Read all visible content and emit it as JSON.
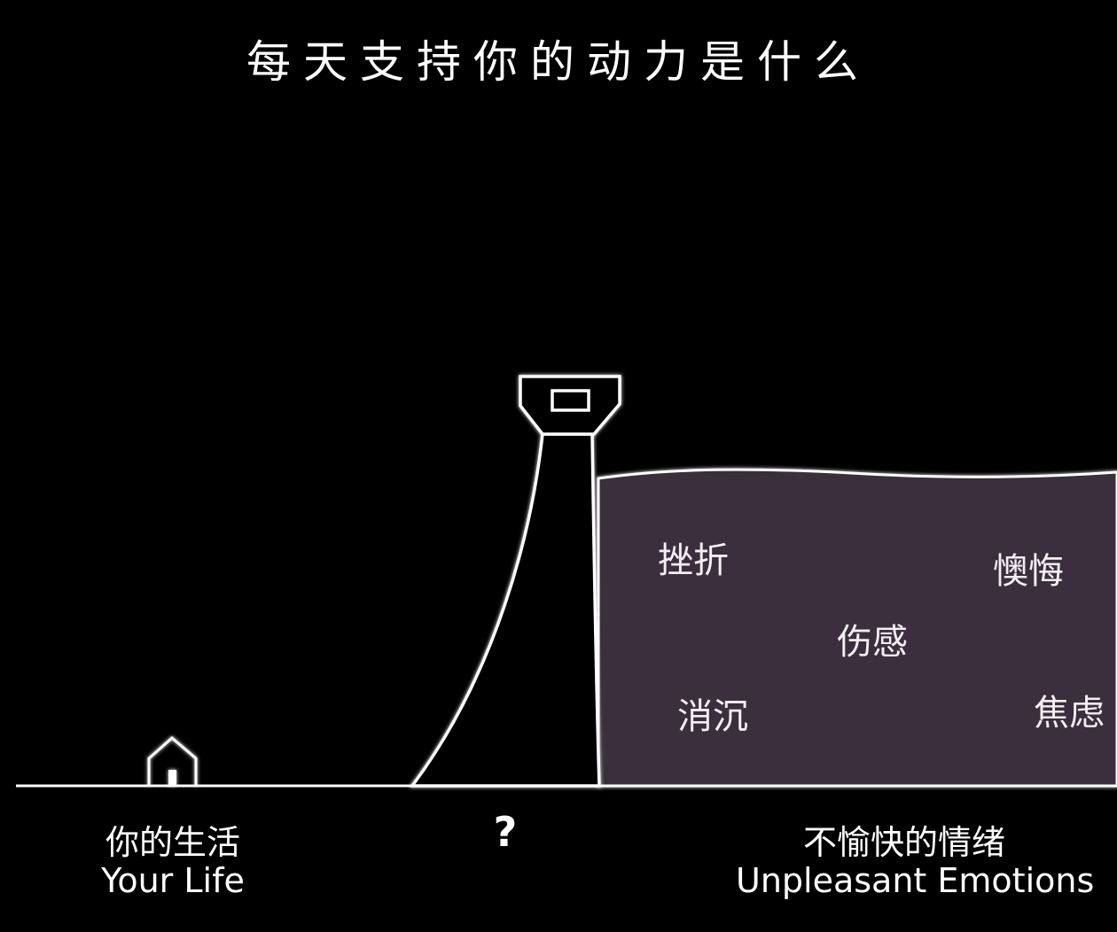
{
  "title": "每天支持你的动力是什么",
  "colors": {
    "background": "#000000",
    "line": "#ffffff",
    "sea": "#3a2e3c"
  },
  "icons": {
    "house": "house-icon",
    "lighthouse": "lighthouse-icon"
  },
  "sea": {
    "emotions": [
      "挫折",
      "懊悔",
      "伤感",
      "消沉",
      "焦虑"
    ]
  },
  "labels": {
    "left": {
      "zh": "你的生活",
      "en": "Your Life"
    },
    "middle": {
      "mark": "?"
    },
    "right": {
      "zh": "不愉快的情绪",
      "en": "Unpleasant Emotions"
    }
  }
}
